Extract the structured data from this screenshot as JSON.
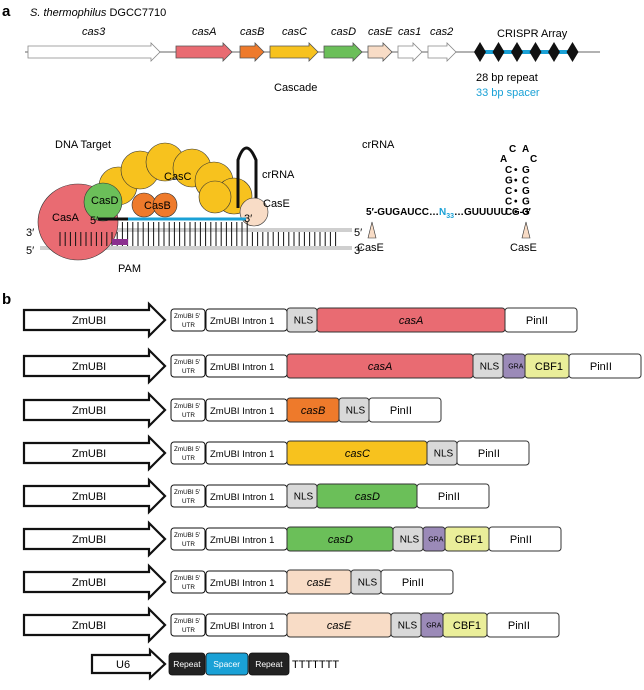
{
  "panel_a": {
    "label": "a",
    "species_italic": "S. thermophilus",
    "strain": "DGCC7710",
    "genes": [
      {
        "name": "cas3",
        "color": "#ffffff"
      },
      {
        "name": "casA",
        "color": "#e96b72"
      },
      {
        "name": "casB",
        "color": "#ee7a2b"
      },
      {
        "name": "casC",
        "color": "#f7c21e"
      },
      {
        "name": "casD",
        "color": "#6bbf59"
      },
      {
        "name": "casE",
        "color": "#f8dcc6"
      },
      {
        "name": "cas1",
        "color": "#ffffff"
      },
      {
        "name": "cas2",
        "color": "#ffffff"
      }
    ],
    "crispr_array_label": "CRISPR Array",
    "cascade_label": "Cascade",
    "repeat_label": "28 bp repeat",
    "spacer_label": "33 bp spacer",
    "dna_target_title": "DNA Target",
    "complex_labels": {
      "casa": "CasA",
      "casb": "CasB",
      "casc": "CasC",
      "casd": "CasD",
      "case": "CasE"
    },
    "crrna_label": "crRNA",
    "pam_label": "PAM",
    "strand_labels": {
      "five_prime": "5′",
      "three_prime": "3′"
    },
    "crrna_title": "crRNA",
    "crrna_seq": {
      "start": "5′-GUGAUCC…",
      "n": "N",
      "sub": "33",
      "mid": "…GUUUUU",
      "end": "G-3′"
    },
    "hairpin": {
      "loop_left": "A",
      "loop_top_left": "C",
      "loop_top_right": "A",
      "loop_right": "C",
      "pairs": [
        [
          "C",
          "G"
        ],
        [
          "G",
          "C"
        ],
        [
          "C",
          "G"
        ],
        [
          "C",
          "G"
        ],
        [
          "C",
          "G"
        ]
      ],
      "dot": "•"
    },
    "case_cut_label": "CasE",
    "colors": {
      "spacer": "#1aa1d6",
      "pam": "#8b2f8f",
      "casa": "#e96b72",
      "casb": "#ee7a2b",
      "casc": "#f7c21e",
      "casd": "#6bbf59",
      "case": "#f8dcc6"
    }
  },
  "panel_b": {
    "label": "b",
    "promoter": "ZmUBI",
    "utr_line1": "ZmUBI 5′",
    "utr_line2": "UTR",
    "intron": "ZmUBI Intron 1",
    "constructs": [
      {
        "parts": [
          {
            "t": "NLS",
            "k": "nls"
          },
          {
            "t": "casA",
            "k": "casA"
          },
          {
            "t": "PinII",
            "k": "term"
          }
        ]
      },
      {
        "parts": [
          {
            "t": "casA",
            "k": "casA"
          },
          {
            "t": "NLS",
            "k": "nls"
          },
          {
            "t": "GRA",
            "k": "gra"
          },
          {
            "t": "CBF1",
            "k": "cbf"
          },
          {
            "t": "PinII",
            "k": "term"
          }
        ]
      },
      {
        "parts": [
          {
            "t": "casB",
            "k": "casB"
          },
          {
            "t": "NLS",
            "k": "nls"
          },
          {
            "t": "PinII",
            "k": "term"
          }
        ]
      },
      {
        "parts": [
          {
            "t": "casC",
            "k": "casC"
          },
          {
            "t": "NLS",
            "k": "nls"
          },
          {
            "t": "PinII",
            "k": "term"
          }
        ]
      },
      {
        "parts": [
          {
            "t": "NLS",
            "k": "nls"
          },
          {
            "t": "casD",
            "k": "casD"
          },
          {
            "t": "PinII",
            "k": "term"
          }
        ]
      },
      {
        "parts": [
          {
            "t": "casD",
            "k": "casD"
          },
          {
            "t": "NLS",
            "k": "nls"
          },
          {
            "t": "GRA",
            "k": "gra"
          },
          {
            "t": "CBF1",
            "k": "cbf"
          },
          {
            "t": "PinII",
            "k": "term"
          }
        ]
      },
      {
        "parts": [
          {
            "t": "casE",
            "k": "casE"
          },
          {
            "t": "NLS",
            "k": "nls"
          },
          {
            "t": "PinII",
            "k": "term"
          }
        ]
      },
      {
        "parts": [
          {
            "t": "casE",
            "k": "casE"
          },
          {
            "t": "NLS",
            "k": "nls"
          },
          {
            "t": "GRA",
            "k": "gra"
          },
          {
            "t": "CBF1",
            "k": "cbf"
          },
          {
            "t": "PinII",
            "k": "term"
          }
        ]
      }
    ],
    "u6": {
      "promoter": "U6",
      "repeat": "Repeat",
      "spacer": "Spacer",
      "terminator": "TTTTTTT"
    },
    "colors": {
      "casA": "#e96b72",
      "casB": "#ee7a2b",
      "casC": "#f7c21e",
      "casD": "#6bbf59",
      "casE": "#f8dcc6",
      "nls": "#d9d9d9",
      "gra": "#9b8ab8",
      "cbf": "#eaee9a",
      "term": "#ffffff",
      "repeat": "#222222",
      "spacer_u6": "#1aa1d6"
    }
  }
}
